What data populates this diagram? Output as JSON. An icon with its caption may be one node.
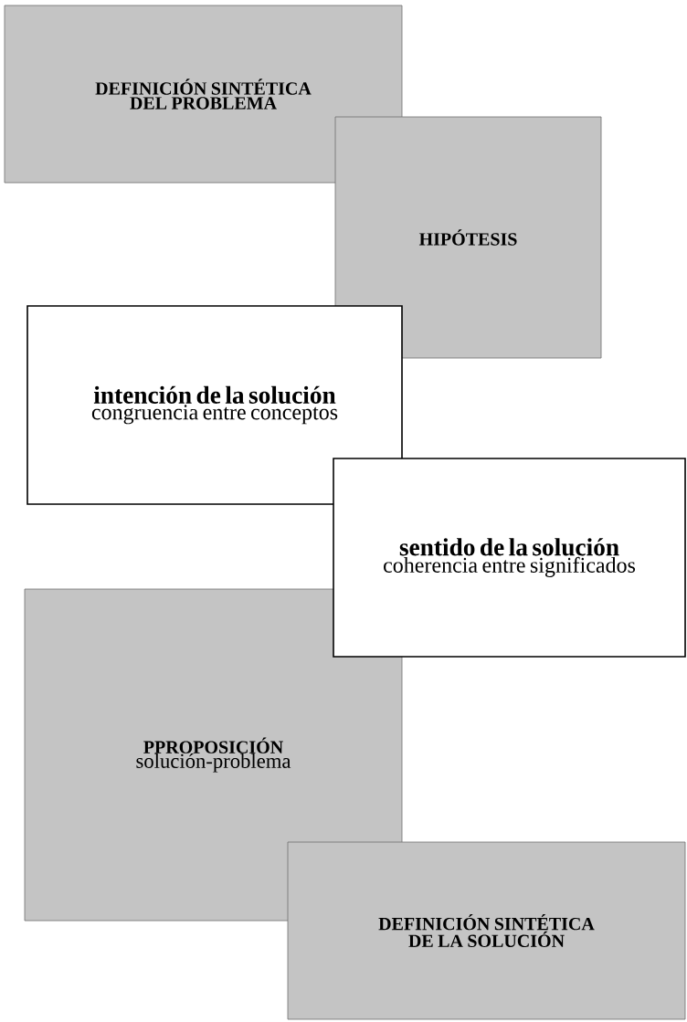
{
  "diagram": {
    "nodes": [
      {
        "text": [
          "DEFINICIÓN SINTÉTICA DEL PROBLEMA"
        ]
      },
      {
        "text": [
          "HIPÓTESIS"
        ]
      },
      {
        "text": [
          "intención de la solución",
          "congruencia entre conceptos"
        ]
      },
      {
        "text": [
          "sentido de la solución",
          "coherencia entre significados"
        ]
      },
      {
        "text": [
          "PPROPOSICIÓN",
          "solución-problema"
        ]
      },
      {
        "text": [
          "DEFINICIÓN SINTÉTICA DE LA SOLUCIÓN"
        ]
      }
    ]
  }
}
